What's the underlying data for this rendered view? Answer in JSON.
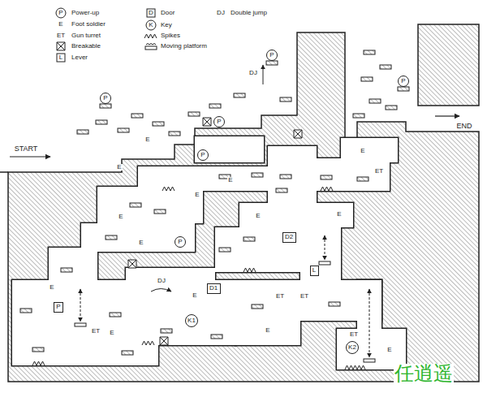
{
  "diagram": {
    "nodes": [
      {
        "text": [
          "P"
        ]
      },
      {
        "text": [
          "P"
        ]
      },
      {
        "text": [
          "P"
        ]
      },
      {
        "text": [
          "P"
        ]
      },
      {
        "text": [
          "P"
        ]
      },
      {
        "text": [
          "P"
        ]
      },
      {
        "text": [
          "D2"
        ]
      },
      {
        "text": [
          "L"
        ]
      },
      {
        "text": [
          "D1"
        ]
      },
      {
        "text": [
          "P"
        ]
      },
      {
        "text": [
          "K1"
        ]
      },
      {
        "text": [
          "K2"
        ]
      }
    ],
    "labels": [
      "P",
      "E",
      "ET",
      "L",
      "D",
      "K",
      "DJ",
      "START",
      "END",
      "DJ",
      "DJ",
      "E",
      "E",
      "E",
      "E",
      "E",
      "E",
      "E",
      "E",
      "E",
      "E",
      "E",
      "E",
      "E",
      "E",
      "ET",
      "ET",
      "ET",
      "ET",
      "ET",
      "任逍遥"
    ],
    "legend": [
      {
        "text": "Power-up"
      },
      {
        "text": "Foot soldier"
      },
      {
        "text": "Gun turret"
      },
      {
        "text": "Breakable"
      },
      {
        "text": "Lever"
      },
      {
        "text": "Door"
      },
      {
        "text": "Key"
      },
      {
        "text": "Spikes"
      },
      {
        "text": "Moving platform"
      },
      {
        "text": "Double jump"
      }
    ]
  }
}
